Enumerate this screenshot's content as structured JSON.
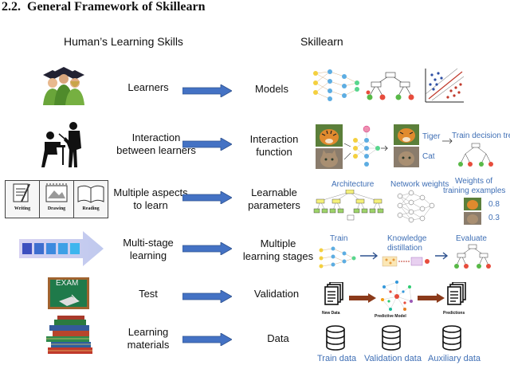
{
  "section": {
    "number": "2.2.",
    "title": "General Framework of Skillearn"
  },
  "headers": {
    "left": "Human’s Learning Skills",
    "right": "Skillearn"
  },
  "rows": [
    {
      "left": [
        "Learners"
      ],
      "right": [
        "Models"
      ]
    },
    {
      "left": [
        "Interaction",
        "between learners"
      ],
      "right": [
        "Interaction",
        "function"
      ]
    },
    {
      "left": [
        "Multiple aspects",
        "to learn"
      ],
      "right": [
        "Learnable",
        "parameters"
      ]
    },
    {
      "left": [
        "Multi-stage",
        "learning"
      ],
      "right": [
        "Multiple",
        "learning stages"
      ]
    },
    {
      "left": [
        "Test"
      ],
      "right": [
        "Validation"
      ]
    },
    {
      "left": [
        "Learning",
        "materials"
      ],
      "right": [
        "Data"
      ]
    }
  ],
  "interaction": {
    "tiger": "Tiger",
    "cat": "Cat",
    "tree": "Train decision tree"
  },
  "params": {
    "architecture": "Architecture",
    "weights": "Network weights",
    "examples_l1": "Weights of",
    "examples_l2": "training examples",
    "w1": "0.8",
    "w2": "0.3"
  },
  "stages": {
    "train": "Train",
    "kd_l1": "Knowledge",
    "kd_l2": "distillation",
    "evaluate": "Evaluate"
  },
  "validation": {
    "new_data": "New Data",
    "model": "Predictive Model",
    "predictions": "Predictions"
  },
  "data": {
    "train": "Train data",
    "val": "Validation data",
    "aux": "Auxiliary data"
  },
  "books": {
    "writing": "Writing",
    "drawing": "Drawing",
    "reading": "Reading"
  },
  "exam": "EXAM",
  "colors": {
    "arrow_blue": "#4472c4",
    "label_blue": "#3f6fb5",
    "brown_arrow": "#8b3a1a"
  }
}
